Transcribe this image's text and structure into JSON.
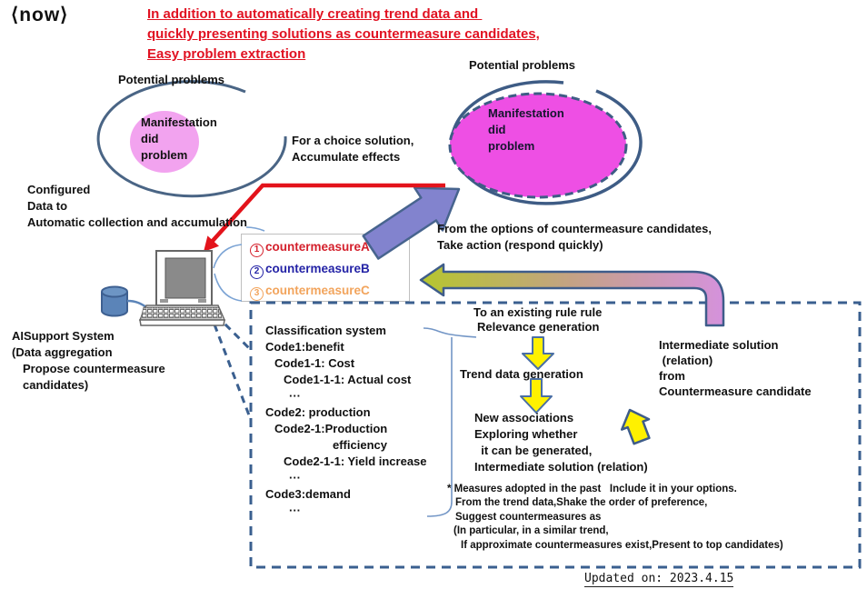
{
  "header": {
    "now_label": "⟨now⟩",
    "title_lines": [
      "In addition to automatically creating trend data and ",
      "quickly presenting solutions as countermeasure candidates,",
      "Easy problem extraction"
    ]
  },
  "left_group": {
    "label": "Potential problems",
    "bubble_lines": [
      "Manifestation",
      "did",
      "problem"
    ],
    "choice_note_lines": [
      "For a choice solution,",
      "Accumulate effects"
    ],
    "config_note_lines": [
      "Configured",
      "Data to",
      "Automatic collection and accumulation"
    ]
  },
  "right_group": {
    "label": "Potential problems",
    "bubble_lines": [
      "Manifestation",
      "did",
      "problem"
    ],
    "action_note_lines": [
      "From the options of countermeasure candidates,",
      "Take action (respond quickly)"
    ]
  },
  "system": {
    "name_lines": [
      {
        "t": "AISupport System",
        "ind": 0
      },
      {
        "t": "(Data aggregation",
        "ind": 0
      },
      {
        "t": "Propose countermeasure",
        "ind": 12
      },
      {
        "t": "candidates)",
        "ind": 12
      }
    ],
    "countermeasures": [
      {
        "num": "1",
        "label": "countermeasureA",
        "color": "#D4202C"
      },
      {
        "num": "2",
        "label": "countermeasureB",
        "color": "#2423A6"
      },
      {
        "num": "3",
        "label": "countermeasureC",
        "color": "#F2A45C"
      }
    ]
  },
  "panel": {
    "classification_lines": [
      {
        "t": "Classification system",
        "ind": 0
      },
      {
        "t": "Code1:benefit",
        "ind": 0
      },
      {
        "t": "Code1-1: Cost",
        "ind": 10
      },
      {
        "t": "Code1-1-1: Actual cost",
        "ind": 20
      },
      {
        "t": "···",
        "ind": 26
      },
      {
        "t": "Code2: production",
        "ind": 0
      },
      {
        "t": "Code2-1:Production",
        "ind": 10
      },
      {
        "t": "efficiency",
        "ind": 74
      },
      {
        "t": "Code2-1-1: Yield increase",
        "ind": 20
      },
      {
        "t": "···",
        "ind": 26
      },
      {
        "t": "Code3:demand",
        "ind": 0
      },
      {
        "t": "···",
        "ind": 26
      }
    ],
    "rule_lines": [
      {
        "t": "To an existing rule rule",
        "ind": 0
      },
      {
        "t": "Relevance generation",
        "ind": 4
      }
    ],
    "trend_label": "Trend data generation",
    "associations_lines": [
      "New associations",
      "Exploring whether",
      "  it can be generated,",
      "Intermediate solution (relation)"
    ],
    "intermediate_lines": [
      "Intermediate solution",
      " (relation)",
      "from",
      "Countermeasure candidate"
    ],
    "note_lines": [
      {
        "t": "* Measures adopted in the past   Include it in your options.",
        "ind": 0
      },
      {
        "t": "From the trend data,Shake the order of preference,",
        "ind": 9
      },
      {
        "t": "Suggest countermeasures as",
        "ind": 9
      },
      {
        "t": "(In particular, in a similar trend,",
        "ind": 7
      },
      {
        "t": "If approximate countermeasures exist,Present to top candidates)",
        "ind": 15
      }
    ]
  },
  "footer": {
    "updated": "Updated on: 2023.4.15"
  },
  "colors": {
    "title_red": "#E11222",
    "arrow_red": "#E3131B",
    "slate_blue": "#3E5C85",
    "dashed_line": "#3A5F8F",
    "purple_arrow": "#8283CE",
    "magenta_fill": "#EE4FE4",
    "pink_fill": "#F2A3EF",
    "yellow_arrow": "#FFF100",
    "gradient_left": "#B6C62E",
    "gradient_right": "#D592DC",
    "cylinder_blue": "#5B84B8",
    "cm_red": "#D4202C",
    "cm_navy": "#2423A6",
    "cm_orange": "#F2A45C"
  }
}
